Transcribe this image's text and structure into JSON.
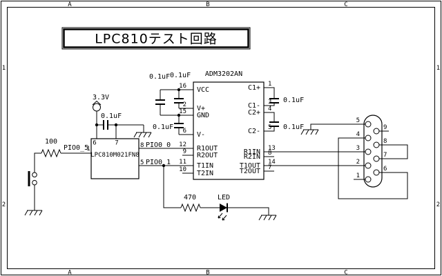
{
  "frame": {
    "columns": [
      "A",
      "B",
      "C"
    ],
    "rows": [
      "1",
      "2"
    ]
  },
  "title": "LPC810テスト回路",
  "mcu": {
    "name": "LPC810M021FN8",
    "supply_label": "3.3V",
    "cap_label": "0.1uF",
    "button_resistor_value": "100",
    "pins": {
      "one": "1",
      "five": "5",
      "six": "6",
      "seven": "7",
      "eight": "8"
    },
    "nets": {
      "pio0_5": "PIO0_5",
      "pio0_0": "PIO0_0",
      "pio0_1": "PIO0_1"
    }
  },
  "transceiver": {
    "name": "ADM3202AN",
    "left_pins": [
      {
        "num": "16",
        "name": "VCC"
      },
      {
        "num": "2",
        "name": "V+"
      },
      {
        "num": "15",
        "name": "GND"
      },
      {
        "num": "6",
        "name": "V-"
      },
      {
        "num": "12",
        "name": "R1OUT"
      },
      {
        "num": "9",
        "name": "R2OUT"
      },
      {
        "num": "11",
        "name": "T1IN"
      },
      {
        "num": "10",
        "name": "T2IN"
      }
    ],
    "right_pins": [
      {
        "num": "1",
        "name": "C1+"
      },
      {
        "num": "3",
        "name": "C1-"
      },
      {
        "num": "4",
        "name": "C2+"
      },
      {
        "num": "5",
        "name": "C2-"
      },
      {
        "num": "13",
        "name": "R1IN"
      },
      {
        "num": "8",
        "name": "R2IN"
      },
      {
        "num": "14",
        "name": "T1OUT"
      },
      {
        "num": "7",
        "name": "T2OUT"
      }
    ],
    "cap_labels": {
      "vcc_cap": "0.1uF",
      "vplus_cap": "0.1uF",
      "vminus_cap": "0.1uF",
      "c1_cap": "0.1uF",
      "c2_cap": "0.1uF"
    }
  },
  "led_branch": {
    "resistor_value": "470",
    "led_label": "LED"
  },
  "db9": {
    "pins": [
      "1",
      "2",
      "3",
      "4",
      "5",
      "6",
      "7",
      "8",
      "9"
    ]
  }
}
